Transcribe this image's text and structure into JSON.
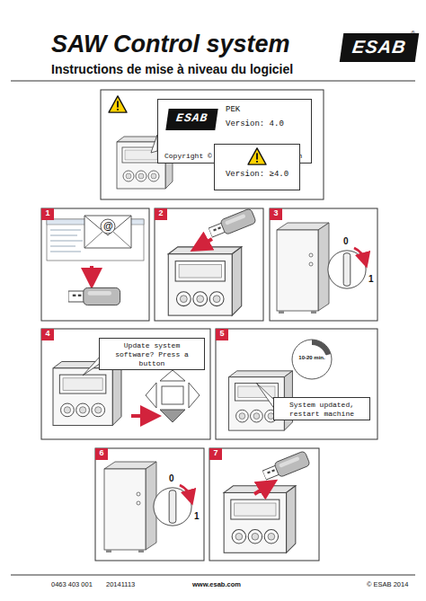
{
  "diagram": {
    "title": "SAW Control system",
    "nodes": [
      {
        "text": [
          "ESAB"
        ]
      },
      {
        "text": [
          "PEK",
          "Version: 4.0",
          "Copyright ©",
          "den"
        ]
      },
      {
        "text": [
          "ESAB"
        ],
        "in": 1
      },
      {
        "text": [
          "Version: ≥4.0"
        ]
      },
      {
        "text": [
          "1"
        ]
      },
      {
        "text": [
          "2"
        ]
      },
      {
        "text": [
          "3"
        ]
      },
      {
        "text": [
          "4"
        ]
      },
      {
        "text": [
          "Update system software? Press a button"
        ]
      },
      {
        "text": [
          "5"
        ]
      },
      {
        "text": [
          "10-20 min."
        ]
      },
      {
        "text": [
          "System updated, restart machine"
        ]
      },
      {
        "text": [
          "6"
        ]
      },
      {
        "text": [
          "7"
        ]
      }
    ],
    "labels": [
      "Instructions de mise à niveau du logiciel",
      "®",
      "®",
      "@",
      "0",
      "1",
      "0",
      "1",
      "0463 403 001",
      "20141113",
      "www.esab.com",
      "© ESAB 2014"
    ]
  }
}
